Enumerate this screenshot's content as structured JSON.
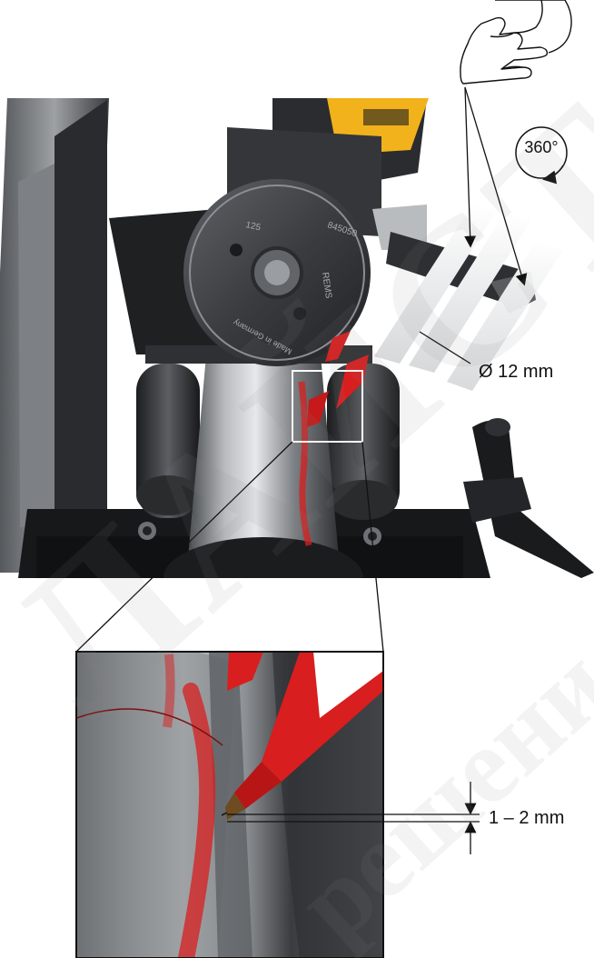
{
  "annotations": {
    "rotation": "360°",
    "diameter": "Ø 12 mm",
    "gap": "1 – 2 mm"
  },
  "engraving": {
    "line1": "REMS",
    "line2": "845050",
    "line3": "Made in Germany",
    "line4": "125"
  },
  "watermark": {
    "line1": "ЛАЙСТОРА",
    "line2": "решения"
  },
  "colors": {
    "marker_red": "#d81e1e",
    "machine_yellow": "#f2b21b",
    "steel": "#8a8d90",
    "dark_metal": "#2b2d30"
  }
}
